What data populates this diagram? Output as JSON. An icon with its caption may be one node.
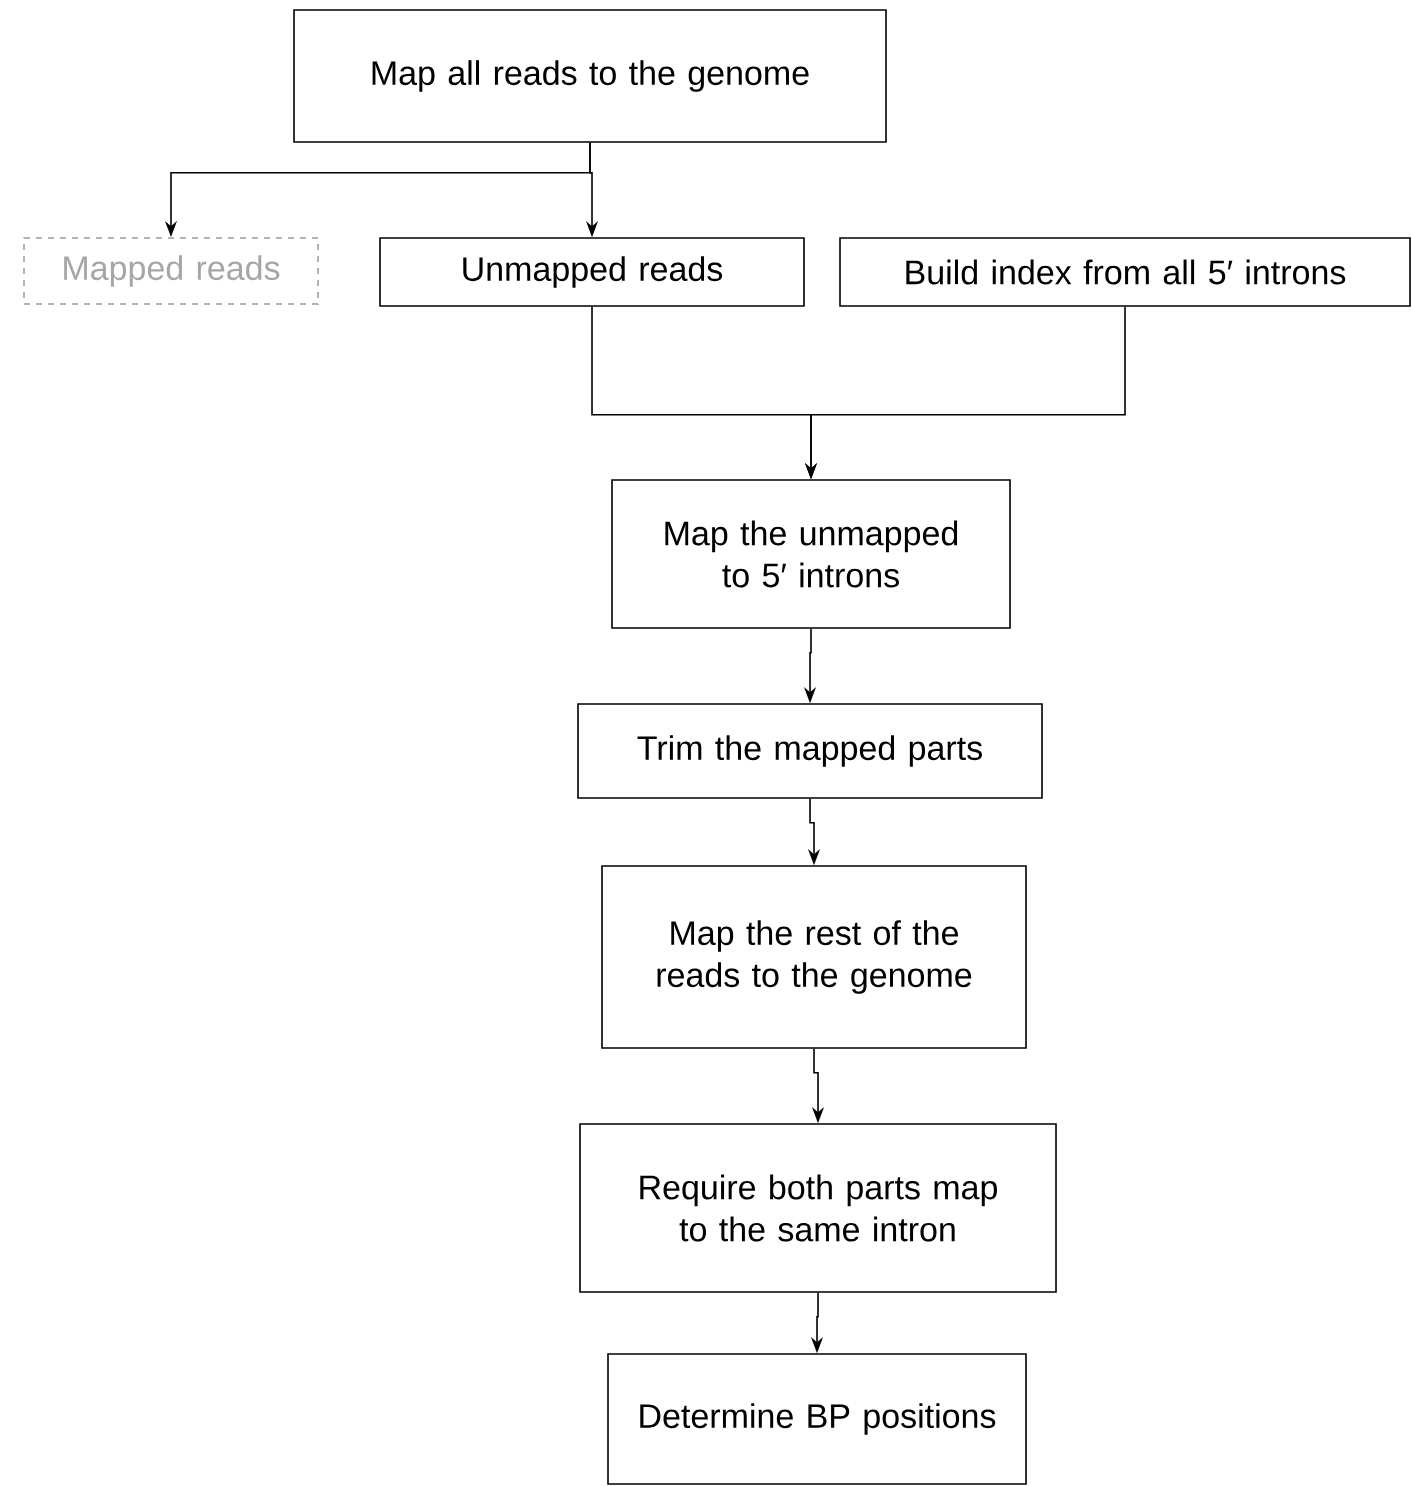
{
  "diagram": {
    "nodes": [
      {
        "text": [
          "Map all reads to the genome"
        ]
      },
      {
        "text": [
          "Mapped reads"
        ]
      },
      {
        "text": [
          "Unmapped reads"
        ]
      },
      {
        "text": [
          "Build index from all 5′ introns"
        ]
      },
      {
        "text": [
          "Map the unmapped to 5′ introns"
        ]
      },
      {
        "text": [
          "Trim the mapped parts"
        ]
      },
      {
        "text": [
          "Map the rest of the reads to the genome"
        ]
      },
      {
        "text": [
          "Require both parts map to the same intron"
        ]
      },
      {
        "text": [
          "Determine BP positions"
        ]
      }
    ],
    "edges": [
      {
        "from": 0,
        "to": 1,
        "arrow": "to"
      },
      {
        "from": 0,
        "to": 2,
        "arrow": "to"
      },
      {
        "from": 2,
        "to": 4,
        "arrow": "to"
      },
      {
        "from": 3,
        "to": 4,
        "arrow": "to"
      },
      {
        "from": 4,
        "to": 5,
        "arrow": "to"
      },
      {
        "from": 5,
        "to": 6,
        "arrow": "to"
      },
      {
        "from": 6,
        "to": 7,
        "arrow": "to"
      },
      {
        "from": 7,
        "to": 8,
        "arrow": "to"
      }
    ]
  }
}
